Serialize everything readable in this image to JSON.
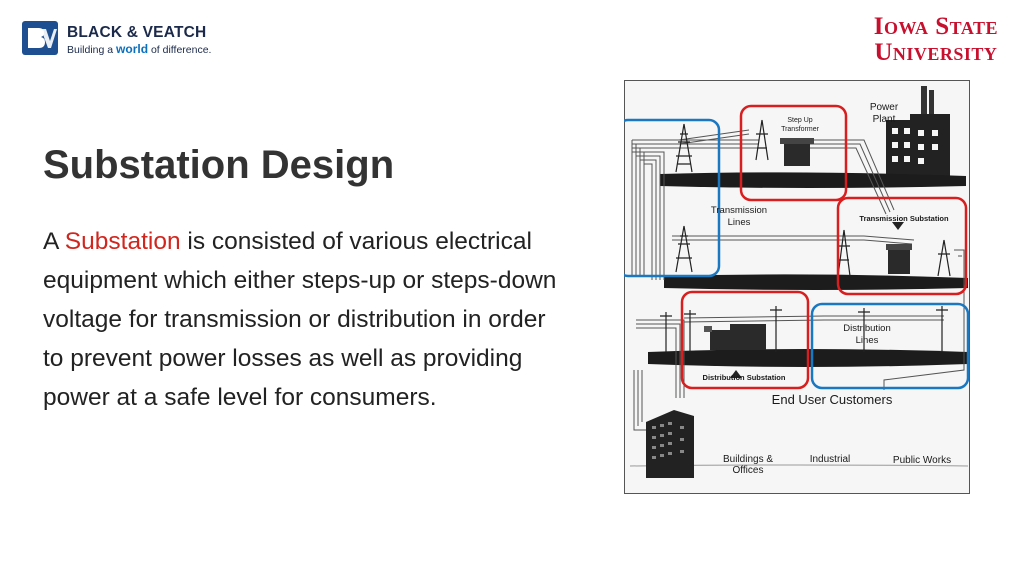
{
  "header": {
    "bv_logo_name": "BLACK & VEATCH",
    "bv_tagline_pre": "Building a ",
    "bv_tagline_word": "world",
    "bv_tagline_post": " of difference.",
    "isu_line1": "Iowa State",
    "isu_line2": "University"
  },
  "slide": {
    "title": "Substation Design",
    "body_pre": "A ",
    "body_highlight": "Substation",
    "body_post": " is consisted of various electrical equipment which either steps-up or steps-down voltage for transmission or distribution in order to prevent power losses as well as providing power at a safe level for consumers."
  },
  "diagram": {
    "labels": {
      "power_plant_1": "Power",
      "power_plant_2": "Plant",
      "step_up_1": "Step Up",
      "step_up_2": "Transformer",
      "transmission_lines_1": "Transmission",
      "transmission_lines_2": "Lines",
      "transmission_substation": "Transmission Substation",
      "distribution_lines_1": "Distribution",
      "distribution_lines_2": "Lines",
      "distribution_substation": "Distribution Substation",
      "end_user": "End User Customers",
      "buildings_1": "Buildings &",
      "buildings_2": "Offices",
      "industrial": "Industrial",
      "public_works": "Public Works"
    },
    "colors": {
      "highlight_red": "#d81e1e",
      "highlight_blue": "#1a78c2"
    }
  }
}
